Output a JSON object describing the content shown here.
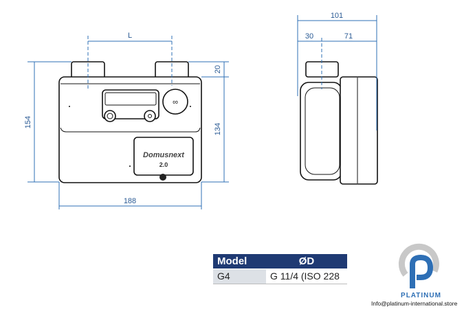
{
  "front_view": {
    "dim_width": "188",
    "dim_height_total": "154",
    "dim_pipe_height": "20",
    "dim_body_height": "134",
    "dim_pipe_spacing": "L",
    "label_brand": "Domusnext",
    "label_version": "2.0"
  },
  "side_view": {
    "dim_depth_total": "101",
    "dim_depth_front": "30",
    "dim_depth_rear": "71"
  },
  "spec_table": {
    "headers": [
      "Model",
      "ØD"
    ],
    "rows": [
      [
        "G4",
        "G 11/4 (ISO 228"
      ]
    ]
  },
  "logo": {
    "brand": "PLATINUM",
    "email": "Info@platinum-international.store"
  },
  "colors": {
    "dimension": "#2e6fb5",
    "table_header": "#1f3a73",
    "table_cell": "#dde1e6"
  }
}
